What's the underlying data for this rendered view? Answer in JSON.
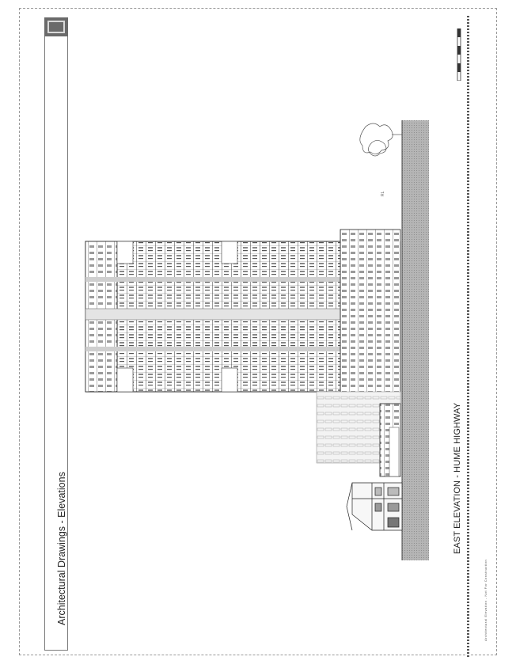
{
  "header": {
    "title": "Architectural Drawings - Elevations"
  },
  "drawing": {
    "caption": "EAST ELEVATION - HUME HIGHWAY"
  },
  "footer": {
    "fine_print": "Architectural Elevation - Not For Construction"
  },
  "colors": {
    "ground": "#a8a8a8",
    "logo": "#6a6a6a",
    "line": "#333333"
  }
}
